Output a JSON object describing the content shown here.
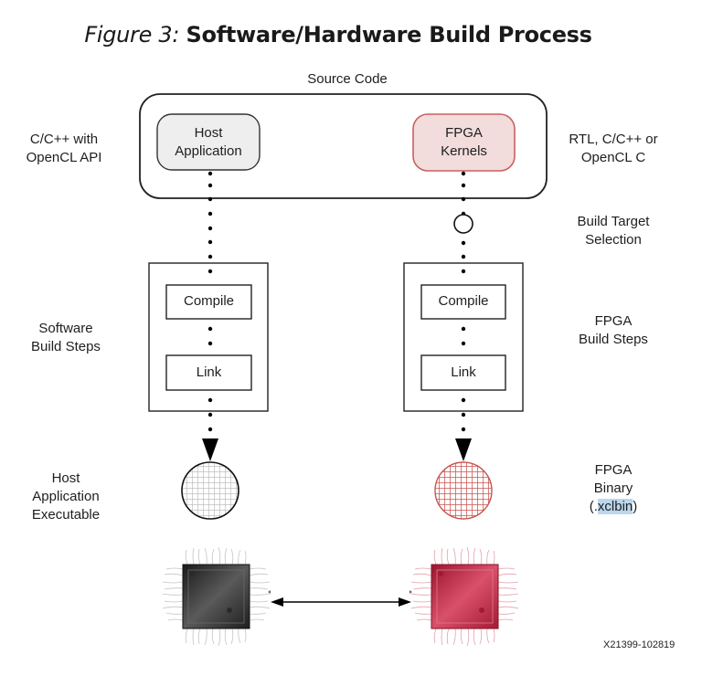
{
  "title": {
    "prefix": "Figure 3:",
    "main": "Software/Hardware Build Process"
  },
  "source_code_label": "Source Code",
  "left_column": {
    "source_box": {
      "line1": "Host",
      "line2": "Application"
    },
    "source_desc": {
      "line1": "C/C++ with",
      "line2": "OpenCL API"
    },
    "build_steps_desc": {
      "line1": "Software",
      "line2": "Build Steps"
    },
    "steps": [
      {
        "label": "Compile"
      },
      {
        "label": "Link"
      }
    ],
    "output_desc": {
      "line1": "Host",
      "line2": "Application",
      "line3": "Executable"
    }
  },
  "right_column": {
    "source_box": {
      "line1": "FPGA",
      "line2": "Kernels"
    },
    "source_desc": {
      "line1": "RTL, C/C++ or",
      "line2": "OpenCL C"
    },
    "target_desc": {
      "line1": "Build Target",
      "line2": "Selection"
    },
    "build_steps_desc": {
      "line1": "FPGA",
      "line2": "Build Steps"
    },
    "steps": [
      {
        "label": "Compile"
      },
      {
        "label": "Link"
      }
    ],
    "output_desc": {
      "line1": "FPGA",
      "line2": "Binary",
      "line3_prefix": "(.",
      "line3_highlight": "xclbin",
      "line3_suffix": ")"
    }
  },
  "figure_code": "X21399-102819",
  "colors": {
    "host_fill": "#eeeeee",
    "fpga_fill": "#f2dcdc",
    "fpga_stroke": "#c8615f",
    "fpga_wafer": "#c9534f",
    "chip_red": "#b0223a",
    "chip_dark": "#2a2a2a",
    "highlight": "#bcd6ec"
  }
}
